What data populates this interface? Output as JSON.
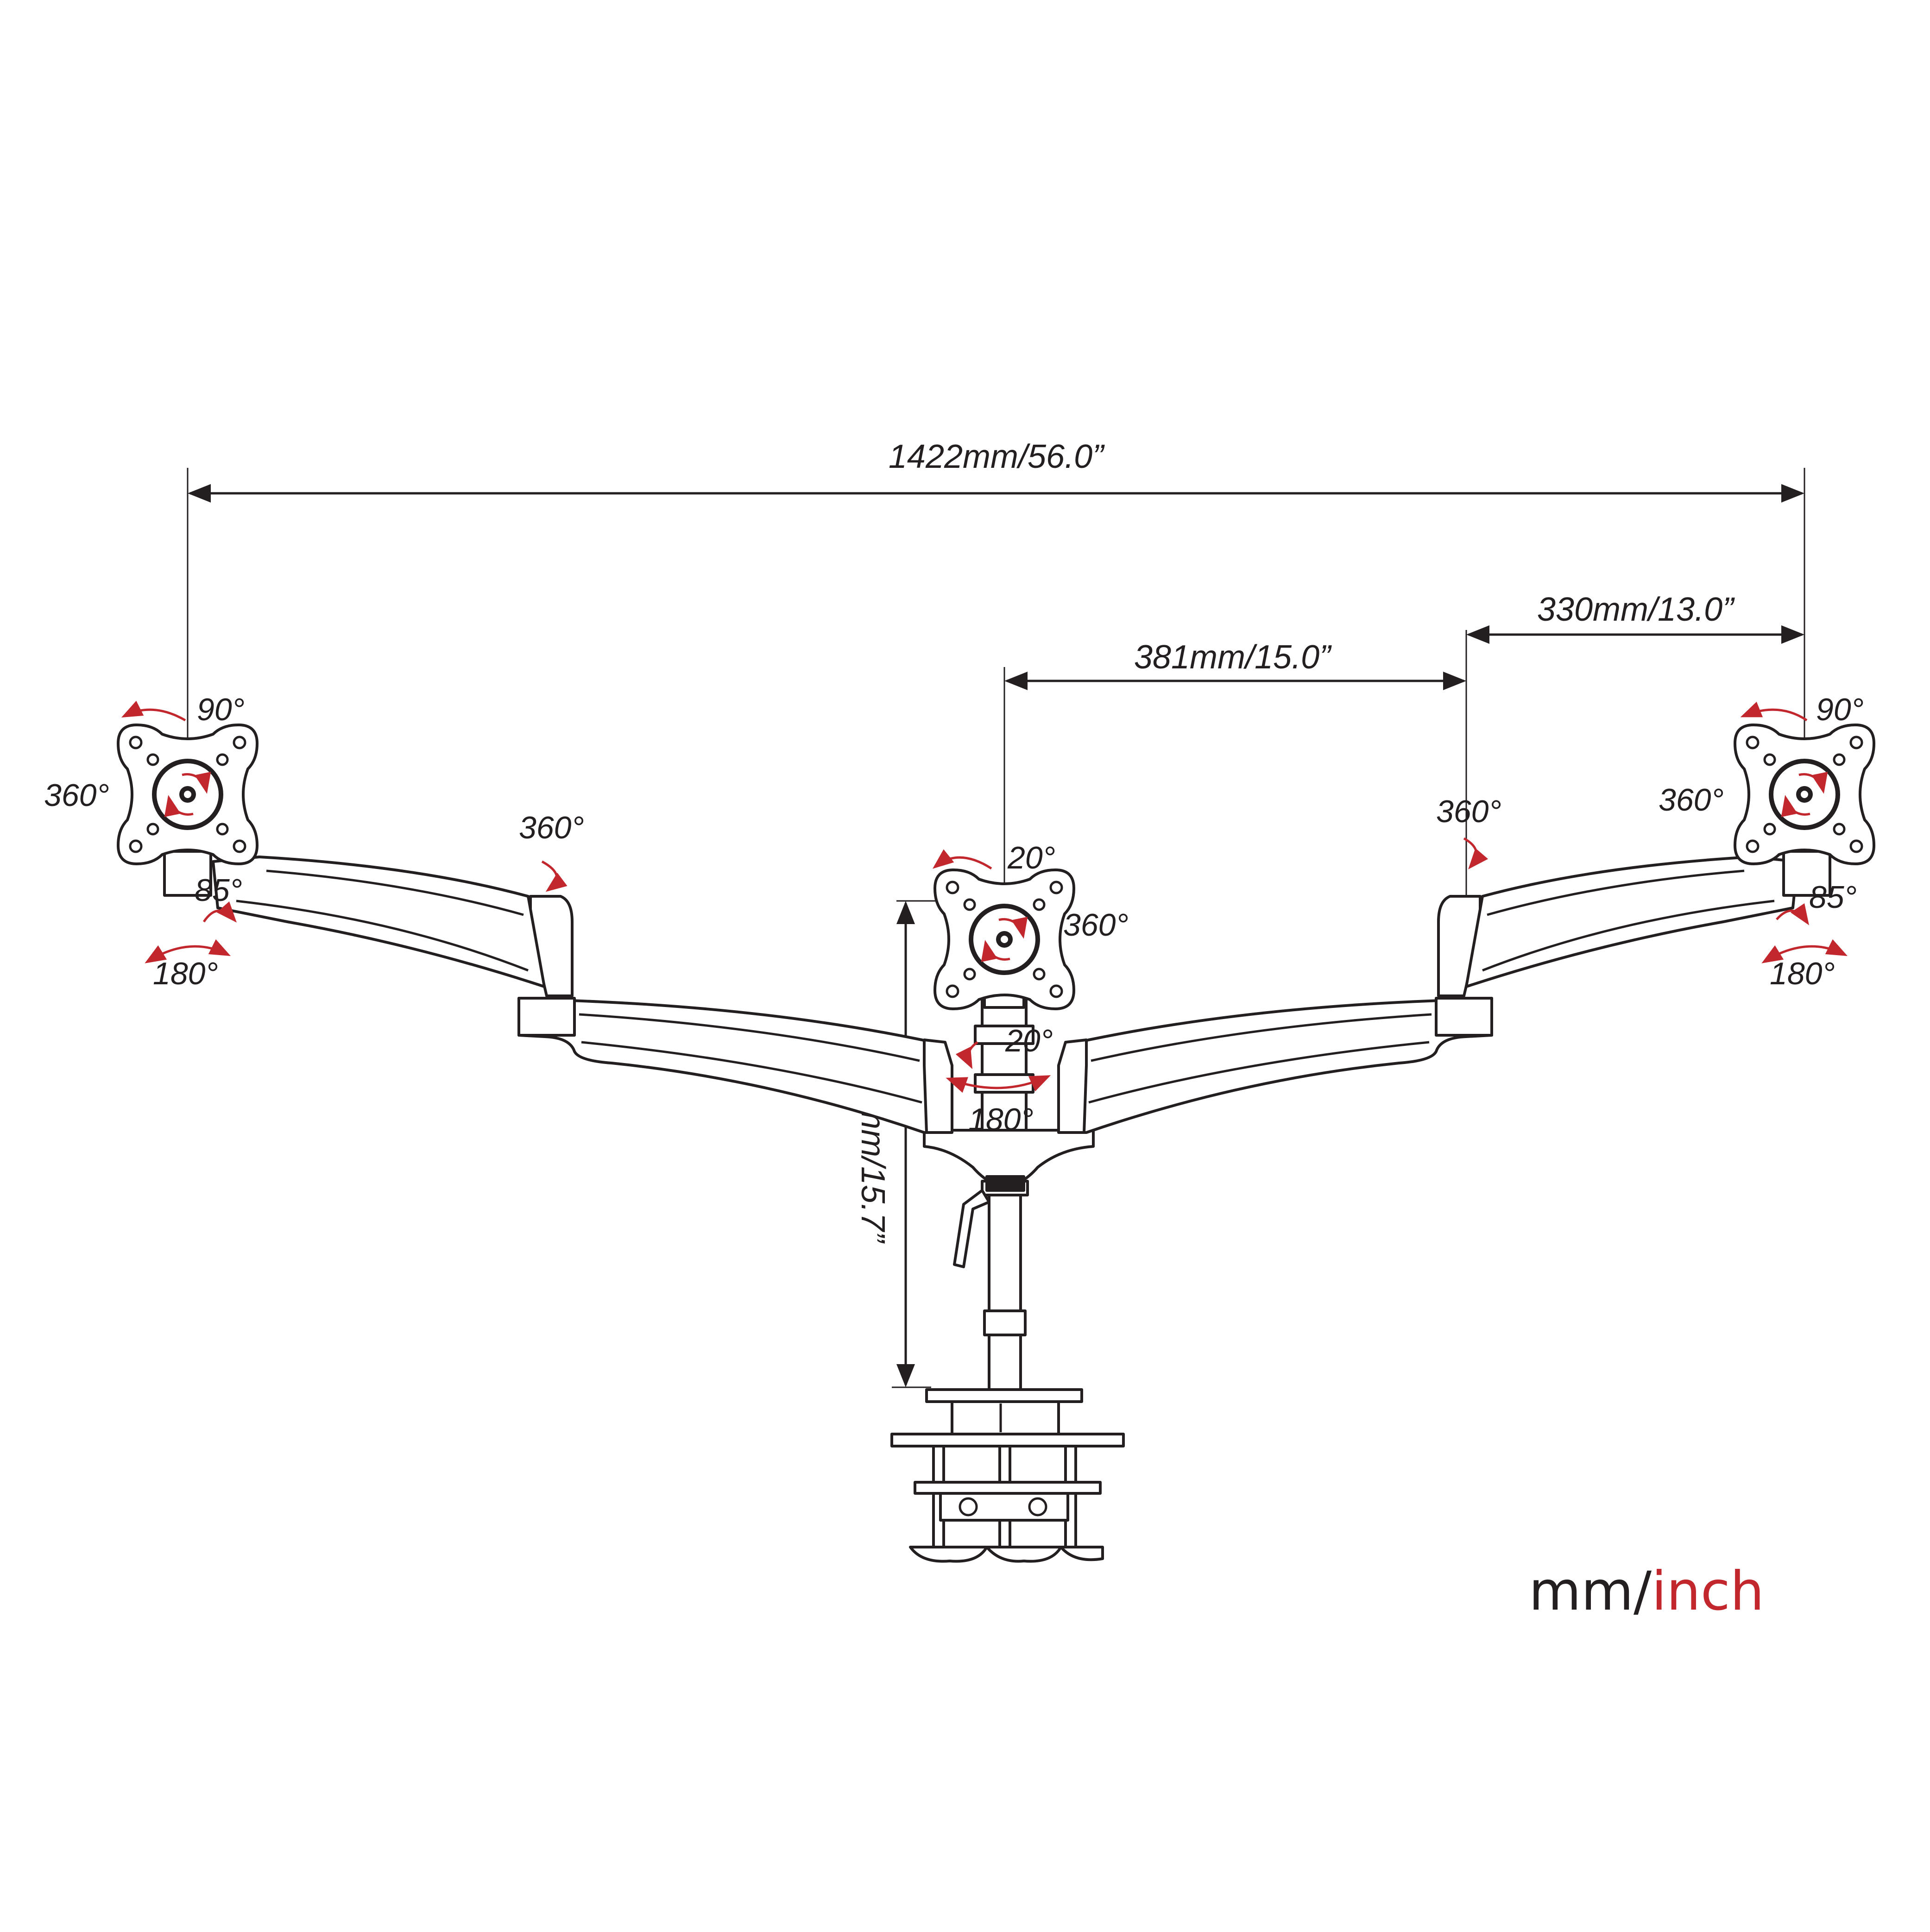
{
  "dimensions": {
    "total_width": "1422mm/56.0”",
    "arm_reach_center": "381mm/15.0”",
    "arm_reach_outer": "330mm/13.0”",
    "pole_height": "400mm/15.7”"
  },
  "rotations": {
    "left_head": {
      "tilt": "90°",
      "rotate": "360°",
      "swivel": "85°",
      "pan": "180°"
    },
    "left_joint": {
      "rotate": "360°"
    },
    "center_head": {
      "tilt": "20°",
      "rotate": "360°",
      "tilt_lower": "20°",
      "pan": "180°"
    },
    "right_joint": {
      "rotate": "360°"
    },
    "right_head": {
      "tilt": "90°",
      "rotate": "360°",
      "swivel": "85°",
      "pan": "180°"
    }
  },
  "units_legend": {
    "primary": "mm/",
    "secondary": "inch"
  },
  "colors": {
    "line": "#231f20",
    "accent": "#c1272d"
  }
}
